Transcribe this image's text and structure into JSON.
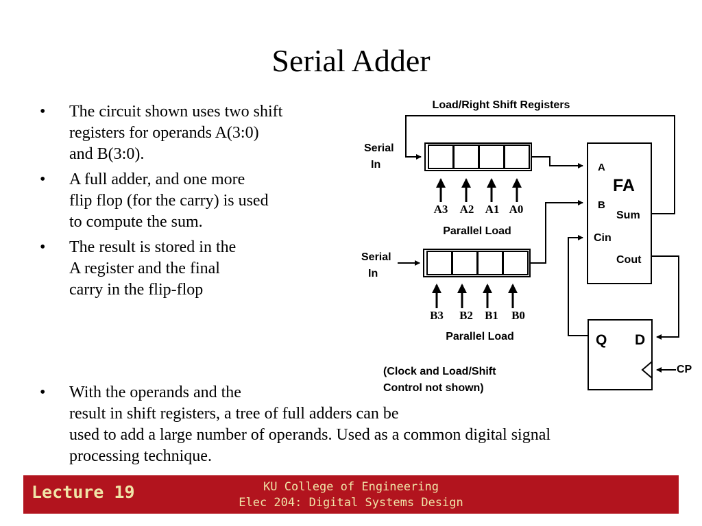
{
  "title": "Serial Adder",
  "bullets": [
    [
      "The circuit shown uses two shift",
      "registers for operands A(3:0)",
      "and B(3:0)."
    ],
    [
      "A full adder, and one more",
      "flip flop (for the carry) is used",
      "to compute the sum."
    ],
    [
      "The result is stored in the",
      "A register and the final",
      "carry in the flip-flop"
    ]
  ],
  "bullet_last": [
    "With the operands and the",
    "result in shift registers, a tree of full adders can be",
    "used to add a large number of operands. Used as a common digital signal",
    "processing technique."
  ],
  "diagram": {
    "top_label": "Load/Right Shift Registers",
    "serial_in_a": [
      "Serial",
      "In"
    ],
    "serial_in_b": [
      "Serial",
      "In"
    ],
    "a_bits": [
      "A3",
      "A2",
      "A1",
      "A0"
    ],
    "b_bits": [
      "B3",
      "B2",
      "B1",
      "B0"
    ],
    "parallel_load_a": "Parallel Load",
    "parallel_load_b": "Parallel Load",
    "fa": {
      "title": "FA",
      "in_a": "A",
      "in_b": "B",
      "cin": "Cin",
      "sum": "Sum",
      "cout": "Cout"
    },
    "ff": {
      "q": "Q",
      "d": "D",
      "clock": "CP"
    },
    "note": [
      "(Clock and Load/Shift",
      "Control not shown)"
    ]
  },
  "footer": {
    "left": "Lecture 19",
    "center": [
      "KU College of Engineering",
      "Elec 204: Digital Systems Design"
    ]
  }
}
